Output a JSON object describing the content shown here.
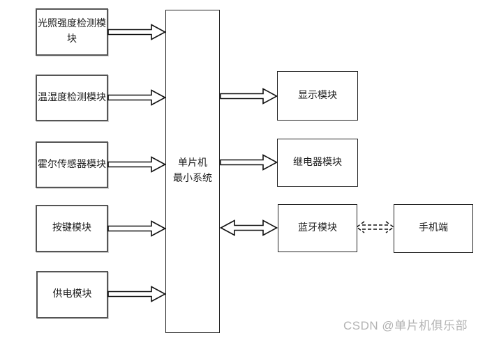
{
  "diagram": {
    "type": "block-diagram",
    "nodes": {
      "light": "光照强度检测模块",
      "temperature_humidity": "温湿度检测模块",
      "hall_sensor": "霍尔传感器模块",
      "keys": "按键模块",
      "power": "供电模块",
      "mcu": "单片机\n最小系统",
      "display": "显示模块",
      "relay": "继电器模块",
      "bluetooth": "蓝牙模块",
      "phone": "手机端"
    },
    "connections": [
      {
        "from": "light",
        "to": "mcu",
        "style": "solid-block-arrow",
        "direction": "right"
      },
      {
        "from": "temperature_humidity",
        "to": "mcu",
        "style": "solid-block-arrow",
        "direction": "right"
      },
      {
        "from": "hall_sensor",
        "to": "mcu",
        "style": "solid-block-arrow",
        "direction": "right"
      },
      {
        "from": "keys",
        "to": "mcu",
        "style": "solid-block-arrow",
        "direction": "right"
      },
      {
        "from": "power",
        "to": "mcu",
        "style": "solid-block-arrow",
        "direction": "right"
      },
      {
        "from": "mcu",
        "to": "display",
        "style": "solid-block-arrow",
        "direction": "right"
      },
      {
        "from": "mcu",
        "to": "relay",
        "style": "solid-block-arrow",
        "direction": "right"
      },
      {
        "from": "mcu",
        "to": "bluetooth",
        "style": "solid-block-arrow",
        "direction": "both"
      },
      {
        "from": "bluetooth",
        "to": "phone",
        "style": "dashed-arrow",
        "direction": "both"
      }
    ],
    "watermark": "CSDN @单片机俱乐部",
    "colors": {
      "background": "#ffffff",
      "box_border_left_column": "#555555",
      "box_border_dark": "#222222",
      "text": "#1c1c1c",
      "arrow_stroke": "#111111",
      "arrow_fill": "#ffffff",
      "watermark_text": "#b3b3b3"
    }
  }
}
